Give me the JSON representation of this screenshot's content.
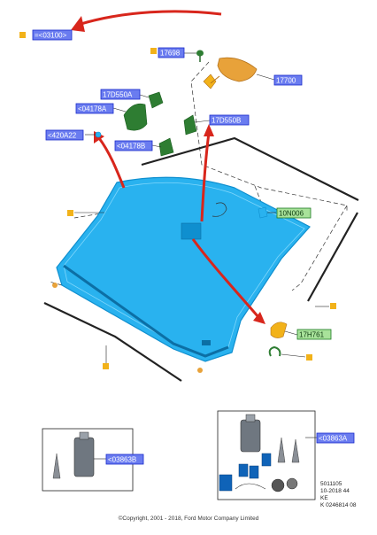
{
  "colors": {
    "blue_label_bg": "#6a7cf0",
    "blue_label_border": "#1a2acb",
    "green_label_bg": "#a8e29a",
    "green_label_border": "#1d7a22",
    "windshield": "#29b2ef",
    "windshield_dark": "#0f8fcf",
    "arrow_red": "#d8261c",
    "marker_orange": "#f2b21a",
    "part_green": "#2e7d32"
  },
  "labels": {
    "top_ref": "=<03100>",
    "p17698": "17698",
    "p17700": "17700",
    "p17d550a": "17D550A",
    "p04178a": "<04178A",
    "p17d550b": "17D550B",
    "p420a22": "<420A22",
    "p04178b": "<04178B",
    "p10n006": "10N006",
    "p17h761": "17H761",
    "p03863b": "<03863B",
    "p03863a": "<03863A"
  },
  "meta": {
    "line1": "5011105",
    "line2": "10-2018 44",
    "line3": "KE",
    "line4": "K 0246814 08"
  },
  "footer": {
    "copyright": "©Copyright, 2001 - 2018, Ford Motor Company Limited"
  }
}
